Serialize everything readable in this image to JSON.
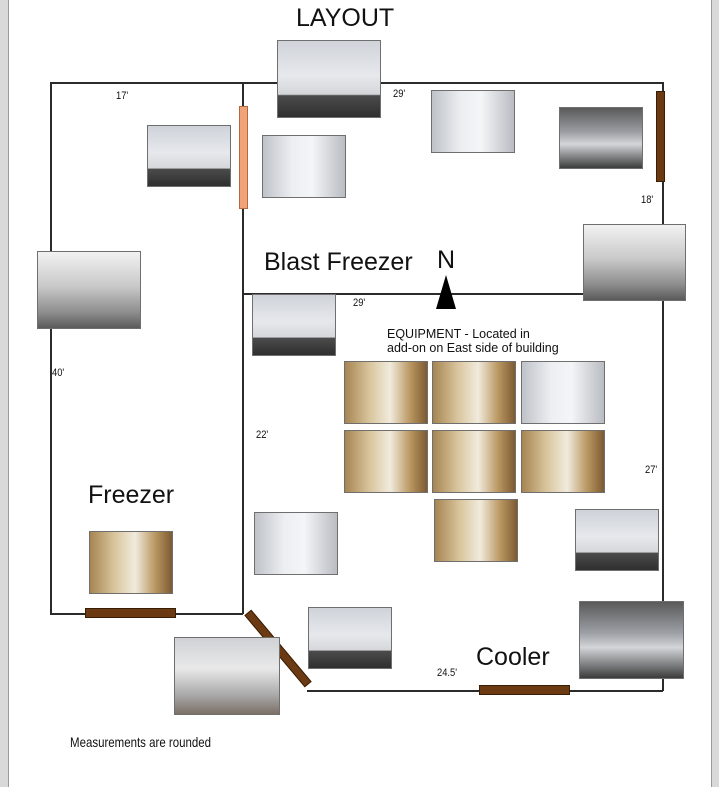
{
  "title": "LAYOUT",
  "rooms": {
    "blast_freezer": "Blast Freezer",
    "freezer": "Freezer",
    "cooler": "Cooler"
  },
  "north_label": "N",
  "measurements": {
    "m17": "17'",
    "m29_top": "29'",
    "m18": "18'",
    "m29_mid": "29'",
    "m40": "40'",
    "m22": "22'",
    "m27": "27'",
    "m24_5": "24.5'"
  },
  "equipment_note": {
    "line1": "EQUIPMENT - Located in",
    "line2": "add-on on East side of building"
  },
  "footer_note": "Measurements are rounded",
  "colors": {
    "wall_line": "#2b2b2b",
    "door_dark": "#6b3a12",
    "door_light": "#f2a277"
  }
}
